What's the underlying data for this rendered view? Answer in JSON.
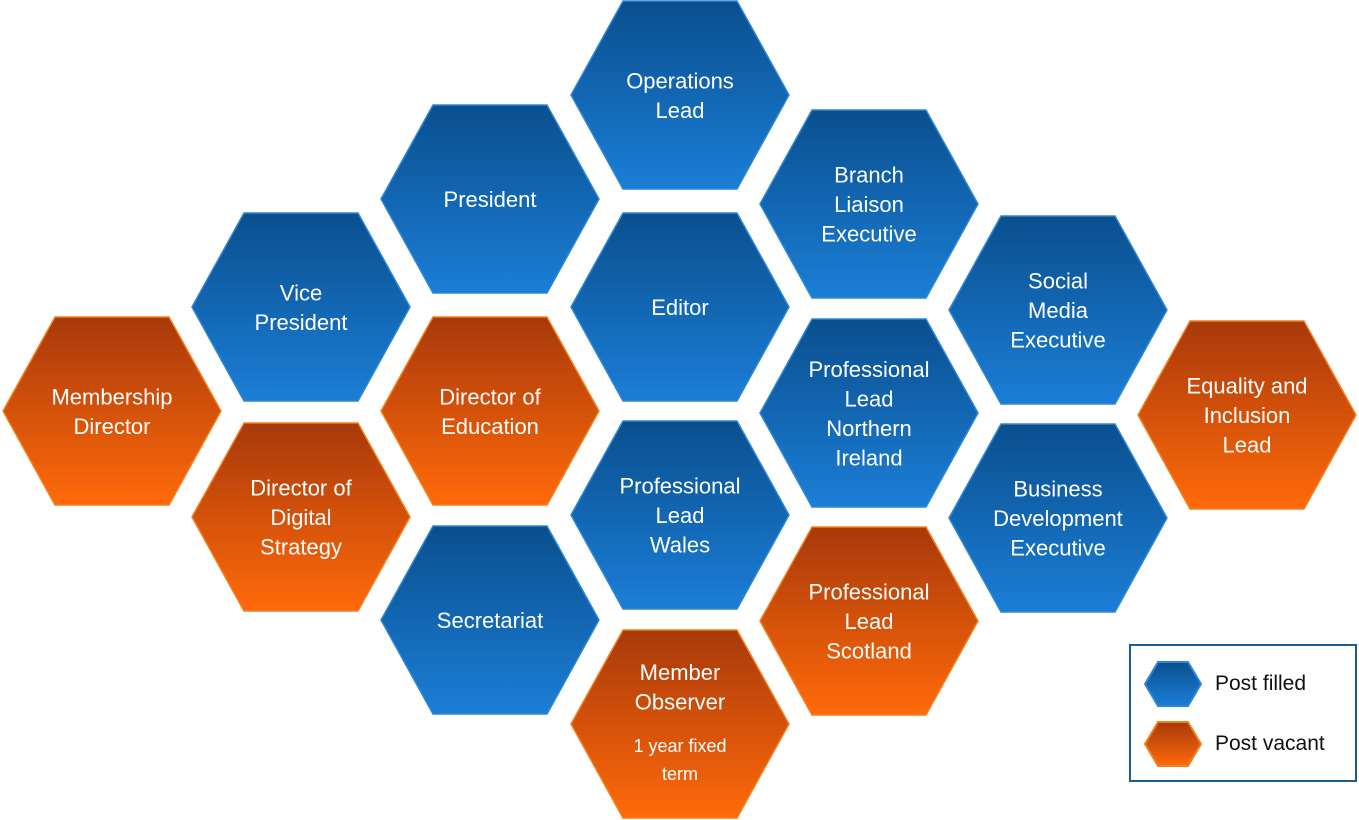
{
  "colors": {
    "filled_top": "#0a4f8e",
    "filled_bottom": "#1b7ed6",
    "filled_stroke": "#2f86d3",
    "vacant_top": "#a8390b",
    "vacant_bottom": "#ff6a0a",
    "vacant_stroke": "#f08020"
  },
  "hexagons": [
    {
      "id": "operations-lead",
      "status": "filled",
      "lines": [
        "Operations",
        "Lead"
      ]
    },
    {
      "id": "president",
      "status": "filled",
      "lines": [
        "President"
      ]
    },
    {
      "id": "branch-liaison-executive",
      "status": "filled",
      "lines": [
        "Branch",
        "Liaison",
        "Executive"
      ]
    },
    {
      "id": "vice-president",
      "status": "filled",
      "lines": [
        "Vice",
        "President"
      ]
    },
    {
      "id": "editor",
      "status": "filled",
      "lines": [
        "Editor"
      ]
    },
    {
      "id": "social-media-executive",
      "status": "filled",
      "lines": [
        "Social",
        "Media",
        "Executive"
      ]
    },
    {
      "id": "membership-director",
      "status": "vacant",
      "lines": [
        "Membership",
        "Director"
      ]
    },
    {
      "id": "director-of-education",
      "status": "vacant",
      "lines": [
        "Director of",
        "Education"
      ]
    },
    {
      "id": "professional-lead-northern-ireland",
      "status": "filled",
      "lines": [
        "Professional",
        "Lead",
        "Northern",
        "Ireland"
      ]
    },
    {
      "id": "equality-and-inclusion-lead",
      "status": "vacant",
      "lines": [
        "Equality and",
        "Inclusion",
        "Lead"
      ]
    },
    {
      "id": "director-of-digital-strategy",
      "status": "vacant",
      "lines": [
        "Director of",
        "Digital",
        "Strategy"
      ]
    },
    {
      "id": "professional-lead-wales",
      "status": "filled",
      "lines": [
        "Professional",
        "Lead",
        "Wales"
      ]
    },
    {
      "id": "business-development-executive",
      "status": "filled",
      "lines": [
        "Business",
        "Development",
        "Executive"
      ]
    },
    {
      "id": "secretariat",
      "status": "filled",
      "lines": [
        "Secretariat"
      ]
    },
    {
      "id": "professional-lead-scotland",
      "status": "vacant",
      "lines": [
        "Professional",
        "Lead",
        "Scotland"
      ]
    },
    {
      "id": "member-observer",
      "status": "vacant",
      "lines": [
        "Member",
        "Observer"
      ],
      "sub_lines": [
        "1 year fixed",
        "term"
      ]
    }
  ],
  "legend": {
    "filled_label": "Post filled",
    "vacant_label": "Post vacant"
  }
}
